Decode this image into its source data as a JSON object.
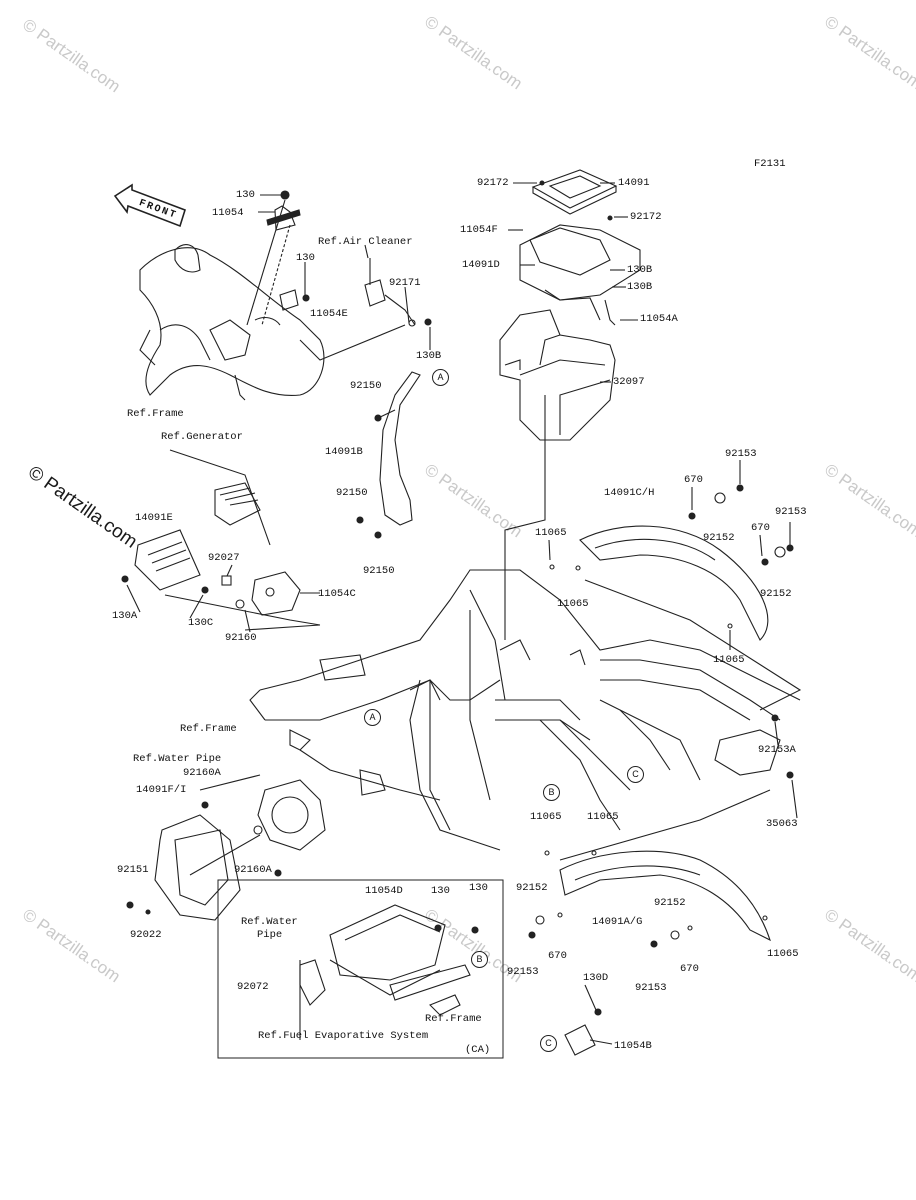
{
  "figure_code": "F2131",
  "front_label": "FRONT",
  "watermark": "© Partzilla.com",
  "callouts": {
    "a": "A",
    "b": "B",
    "c": "C"
  },
  "parts": {
    "p130_top": "130",
    "p11054": "11054",
    "p130_mid": "130",
    "p11054E": "11054E",
    "p92171": "92171",
    "p130B_left": "130B",
    "p92172_top": "92172",
    "p14091": "14091",
    "p92172_right": "92172",
    "p11054F": "11054F",
    "p14091D": "14091D",
    "p130B_a": "130B",
    "p130B_b": "130B",
    "p11054A": "11054A",
    "p32097": "32097",
    "p92150_a": "92150",
    "p14091B": "14091B",
    "p92150_b": "92150",
    "p92150_c": "92150",
    "p92153_a": "92153",
    "p670_a": "670",
    "p14091CH": "14091C/H",
    "p11065_a": "11065",
    "p92152_a": "92152",
    "p92153_b": "92153",
    "p670_b": "670",
    "p92152_b": "92152",
    "p11065_b": "11065",
    "p11065_c": "11065",
    "p14091E": "14091E",
    "p92027": "92027",
    "p11054C": "11054C",
    "p130A": "130A",
    "p130C": "130C",
    "p92160": "92160",
    "p92153A": "92153A",
    "p35063": "35063",
    "p92160A_a": "92160A",
    "p14091FI": "14091F/I",
    "p92151": "92151",
    "p92160A_b": "92160A",
    "p92022": "92022",
    "p11065_d": "11065",
    "p11065_e": "11065",
    "p11054D": "11054D",
    "p130_ca_a": "130",
    "p130_ca_b": "130",
    "p92072": "92072",
    "p92152_c": "92152",
    "p14091AG": "14091A/G",
    "p92152_d": "92152",
    "p92153_c": "92153",
    "p670_c": "670",
    "p670_d": "670",
    "p92153_d": "92153",
    "p11065_f": "11065",
    "p130D": "130D",
    "p11054B": "11054B"
  },
  "refs": {
    "air_cleaner": "Ref.Air Cleaner",
    "frame_a": "Ref.Frame",
    "generator": "Ref.Generator",
    "frame_b": "Ref.Frame",
    "water_pipe_a": "Ref.Water Pipe",
    "water_pipe_b_1": "Ref.Water",
    "water_pipe_b_2": "Pipe",
    "frame_c": "Ref.Frame",
    "fuel_evap": "Ref.Fuel Evaporative System",
    "ca": "(CA)"
  }
}
